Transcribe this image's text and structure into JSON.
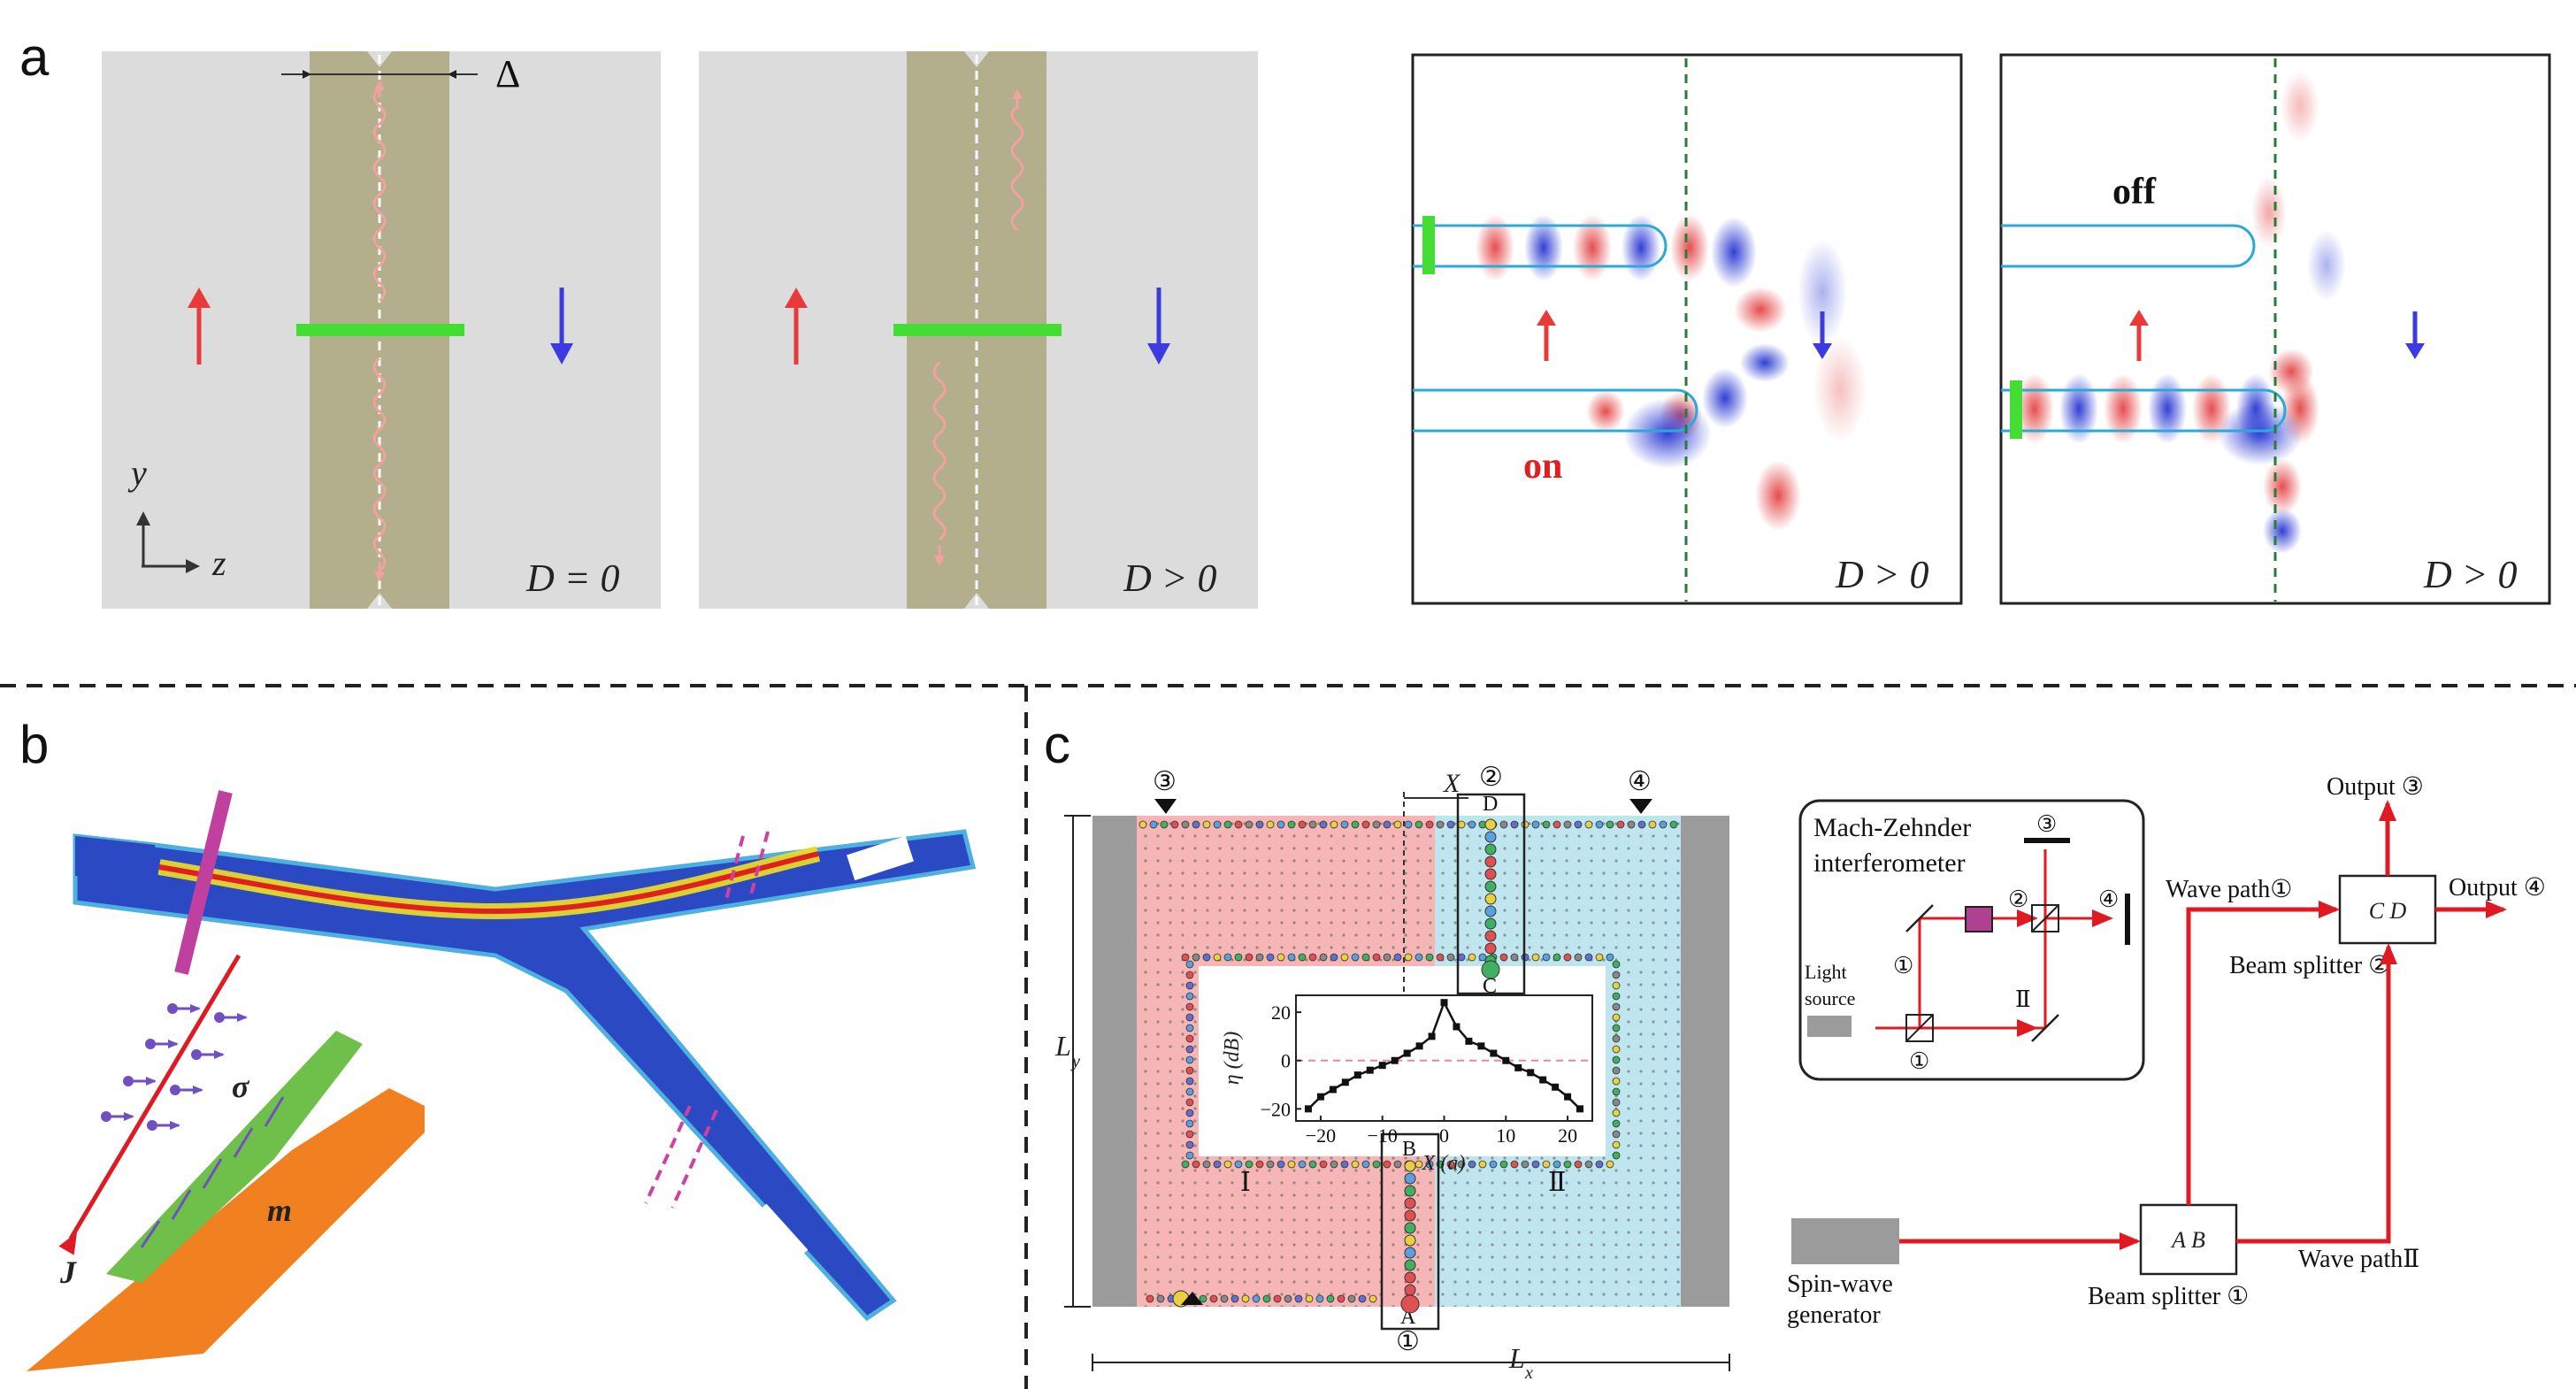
{
  "panels": {
    "a": {
      "label": "a",
      "delta": "Δ",
      "axis_y": "y",
      "axis_z": "z",
      "p1_cond": "D = 0",
      "p2_cond": "D > 0",
      "p3_cond": "D > 0",
      "p4_cond": "D > 0",
      "on": "on",
      "off": "off"
    },
    "b": {
      "label": "b",
      "sigma": "σ",
      "m": "m",
      "J": "J"
    },
    "c": {
      "label": "c",
      "X": "X",
      "Ly": "L",
      "Ly_sub": "y",
      "Lx": "L",
      "Lx_sub": "x",
      "port1": "①",
      "port2": "②",
      "port3": "③",
      "port4": "④",
      "region1": "Ⅰ",
      "region2": "Ⅱ",
      "A": "A",
      "B": "B",
      "C": "C",
      "D": "D",
      "inset": {
        "ylabel": "η (dB)",
        "xlabel": "X (a)",
        "xticks": [
          "−20",
          "−10",
          "0",
          "10",
          "20"
        ],
        "yticks": [
          "20",
          "0",
          "−20"
        ]
      },
      "mz": {
        "title1": "Mach-Zehnder",
        "title2": "interferometer",
        "light1": "Light",
        "light2": "source",
        "n1": "①",
        "n2": "②",
        "n3": "③",
        "n4": "④",
        "nI": "Ⅰ",
        "nII": "Ⅱ",
        "n1b": "①"
      },
      "sw": {
        "output3": "Output ③",
        "output4": "Output ④",
        "wavepath1": "Wave path①",
        "wavepath2": "Wave pathⅡ",
        "cd": "C  D",
        "ab": "A  B",
        "bs2": "Beam splitter ②",
        "bs1": "Beam splitter ①",
        "gen1": "Spin-wave",
        "gen2": "generator"
      }
    }
  },
  "chart_data": {
    "type": "line",
    "xlabel": "X (a)",
    "ylabel": "η (dB)",
    "xlim": [
      -24,
      24
    ],
    "ylim": [
      -25,
      27
    ],
    "reference_line": 0,
    "x": [
      -22,
      -20,
      -18,
      -16,
      -14,
      -12,
      -10,
      -8,
      -6,
      -4,
      -2,
      0,
      2,
      4,
      6,
      8,
      10,
      12,
      14,
      16,
      18,
      20,
      22
    ],
    "y": [
      -20,
      -15,
      -12,
      -9,
      -6,
      -4,
      -2,
      0,
      3,
      6,
      10,
      24,
      14,
      8,
      6,
      3,
      0,
      -3,
      -5,
      -8,
      -11,
      -15,
      -20
    ]
  },
  "colors": {
    "pink_region": "#f6b6b6",
    "blue_region": "#bfe6ef",
    "waveguide": "#b3ae8b",
    "green_bar": "#44dd33",
    "up_arrow": "#e83a3a",
    "down_arrow": "#3b3be0",
    "beam": "#e01a22",
    "grey": "#9b9b9b"
  }
}
